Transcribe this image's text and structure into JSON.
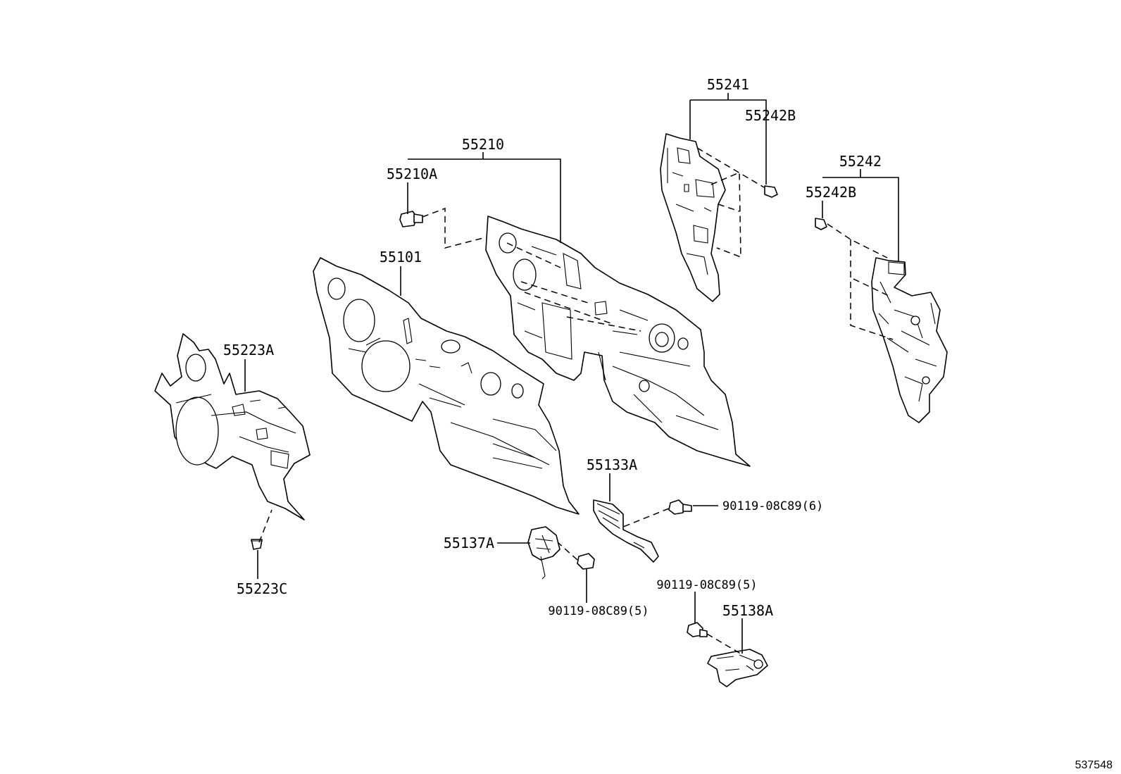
{
  "callouts": {
    "c55241": "55241",
    "c55242B_a": "55242B",
    "c55210": "55210",
    "c55210A": "55210A",
    "c55242": "55242",
    "c55242B_b": "55242B",
    "c55101": "55101",
    "c55223A": "55223A",
    "c55133A": "55133A",
    "c90119_6": "90119-08C89(6)",
    "c55137A": "55137A",
    "c90119_5a": "90119-08C89(5)",
    "c55223C": "55223C",
    "c90119_5b": "90119-08C89(5)",
    "c55138A": "55138A"
  },
  "catalog_number": "537548"
}
